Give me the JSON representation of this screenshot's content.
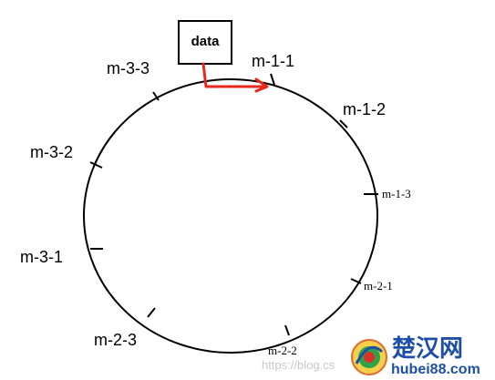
{
  "data_box": {
    "label": "data"
  },
  "nodes": [
    {
      "id": "m-1-1",
      "label": "m-1-1"
    },
    {
      "id": "m-1-2",
      "label": "m-1-2"
    },
    {
      "id": "m-1-3",
      "label": "m-1-3"
    },
    {
      "id": "m-2-1",
      "label": "m-2-1"
    },
    {
      "id": "m-2-2",
      "label": "m-2-2"
    },
    {
      "id": "m-2-3",
      "label": "m-2-3"
    },
    {
      "id": "m-3-1",
      "label": "m-3-1"
    },
    {
      "id": "m-3-2",
      "label": "m-3-2"
    },
    {
      "id": "m-3-3",
      "label": "m-3-3"
    }
  ],
  "watermark": {
    "text": "https://blog.cs"
  },
  "logo": {
    "title": "楚汉网",
    "url": "hubei88.com"
  },
  "colors": {
    "ring": "#000000",
    "arrow": "#e8271c",
    "logo_blue": "#1e4fa8"
  }
}
